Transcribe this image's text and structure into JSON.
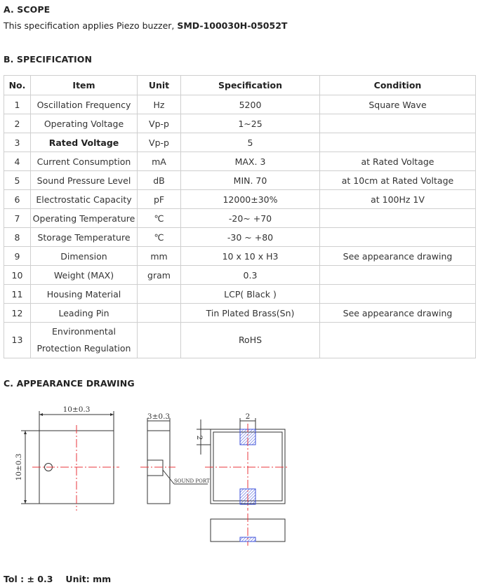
{
  "scope": {
    "heading": "A. SCOPE",
    "text": "This specification applies Piezo buzzer, ",
    "part_number": "SMD-100030H-05052T"
  },
  "specification": {
    "heading": "B. SPECIFICATION",
    "columns": [
      "No.",
      "Item",
      "Unit",
      "Specification",
      "Condition"
    ],
    "rows": [
      {
        "no": "1",
        "item": "Oscillation Frequency",
        "unit": "Hz",
        "spec": "5200",
        "cond": "Square Wave"
      },
      {
        "no": "2",
        "item": "Operating Voltage",
        "unit": "Vp-p",
        "spec": "1~25",
        "cond": ""
      },
      {
        "no": "3",
        "item": "Rated Voltage",
        "unit": "Vp-p",
        "spec": "5",
        "cond": ""
      },
      {
        "no": "4",
        "item": "Current Consumption",
        "unit": "mA",
        "spec": "MAX. 3",
        "cond": "at Rated Voltage"
      },
      {
        "no": "5",
        "item": "Sound Pressure Level",
        "unit": "dB",
        "spec": "MIN. 70",
        "cond": "at 10cm at Rated Voltage"
      },
      {
        "no": "6",
        "item": "Electrostatic Capacity",
        "unit": "pF",
        "spec": "12000±30%",
        "cond": "at 100Hz 1V"
      },
      {
        "no": "7",
        "item": "Operating Temperature",
        "unit": "℃",
        "spec": "-20~ +70",
        "cond": ""
      },
      {
        "no": "8",
        "item": "Storage Temperature",
        "unit": "℃",
        "spec": "-30 ~ +80",
        "cond": ""
      },
      {
        "no": "9",
        "item": "Dimension",
        "unit": "mm",
        "spec": "10 x 10 x H3",
        "cond": "See appearance drawing"
      },
      {
        "no": "10",
        "item": "Weight (MAX)",
        "unit": "gram",
        "spec": "0.3",
        "cond": ""
      },
      {
        "no": "11",
        "item": "Housing Material",
        "unit": "",
        "spec": "LCP( Black )",
        "cond": ""
      },
      {
        "no": "12",
        "item": "Leading Pin",
        "unit": "",
        "spec": "Tin Plated Brass(Sn)",
        "cond": "See appearance drawing"
      },
      {
        "no": "13",
        "item_line1": "Environmental",
        "item_line2": "Protection Regulation",
        "unit": "",
        "spec": "RoHS",
        "cond": ""
      }
    ]
  },
  "appearance": {
    "heading": "C. APPEARANCE DRAWING",
    "dim_width": "10±0.3",
    "dim_height": "10±0.3",
    "dim_thickness": "3±0.3",
    "dim_pad_width": "2",
    "dim_pad_height": "2",
    "sound_port_label": "SOUND PORT",
    "centerline_color": "#e8373c",
    "pad_hatch_color": "#3b4fd8"
  },
  "tolerance": {
    "tol_text": "Tol : ± 0.3",
    "unit_text": "Unit: mm"
  }
}
